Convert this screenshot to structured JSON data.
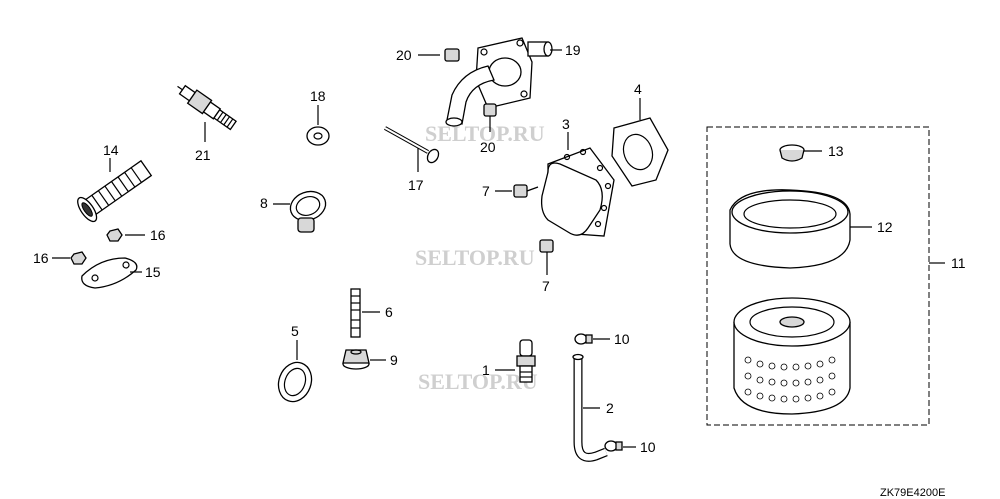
{
  "watermark": "SELTOP.RU",
  "diagram_code": "ZK79E4200E",
  "labels": {
    "p1": "1",
    "p2": "2",
    "p3": "3",
    "p4": "4",
    "p5": "5",
    "p6": "6",
    "p7a": "7",
    "p7b": "7",
    "p8": "8",
    "p9": "9",
    "p10a": "10",
    "p10b": "10",
    "p11": "11",
    "p12": "12",
    "p13": "13",
    "p14": "14",
    "p15": "15",
    "p16a": "16",
    "p16b": "16",
    "p17": "17",
    "p18": "18",
    "p19": "19",
    "p20a": "20",
    "p20b": "20",
    "p21": "21"
  }
}
